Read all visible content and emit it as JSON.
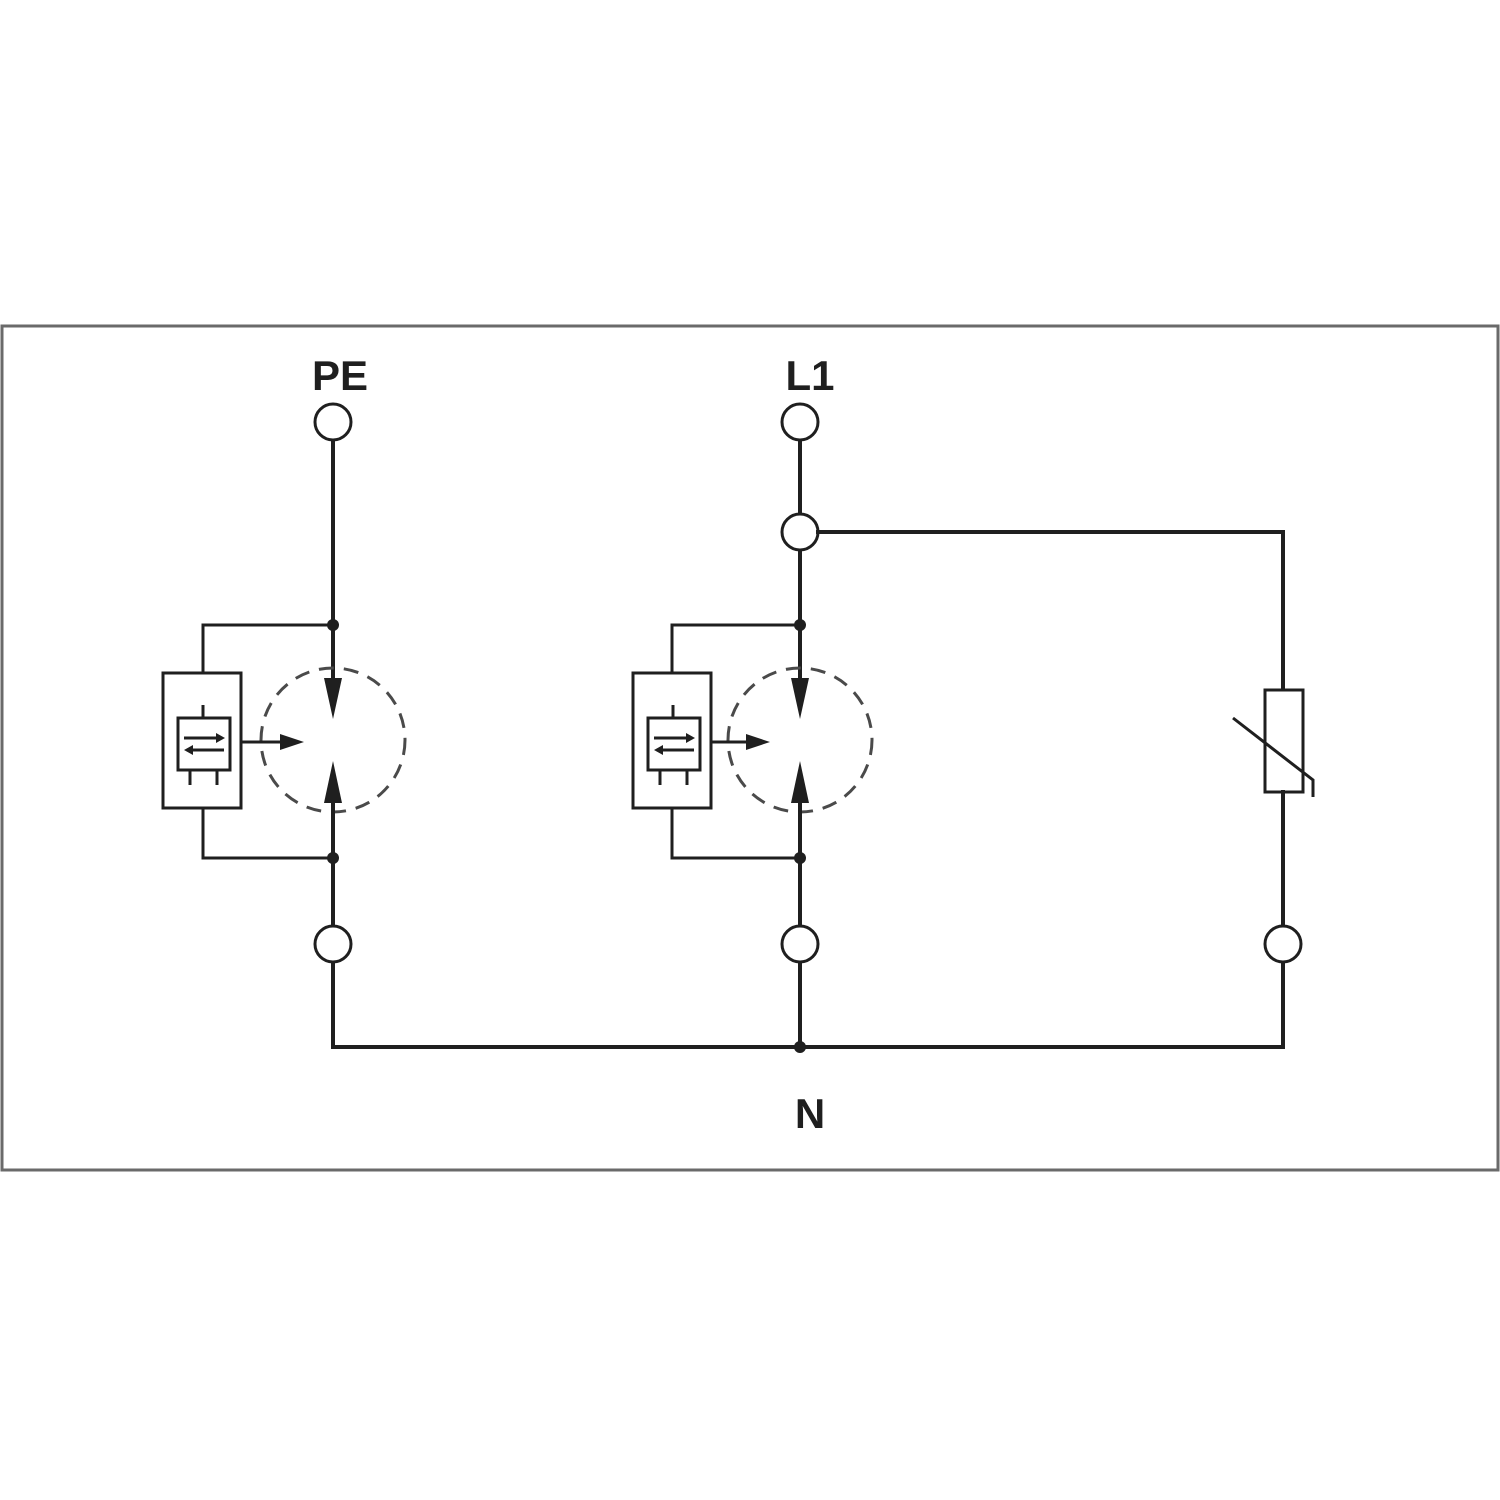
{
  "labels": {
    "pe": "PE",
    "l1": "L1",
    "n": "N"
  },
  "colors": {
    "line": "#1f1f1f",
    "frame": "#6a6a6a",
    "background": "#ffffff"
  }
}
